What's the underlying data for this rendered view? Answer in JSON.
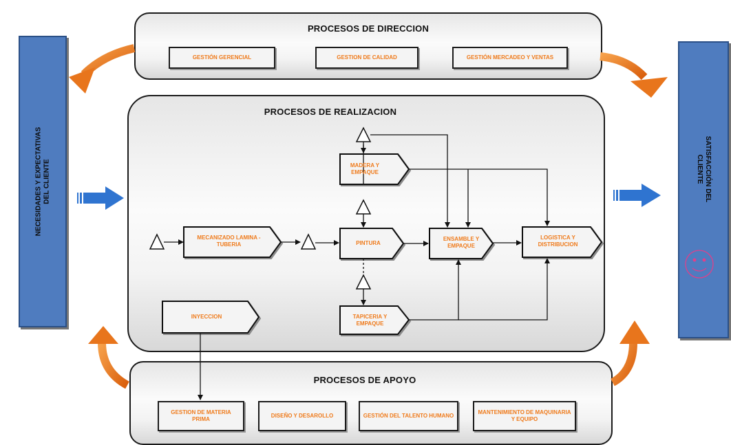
{
  "left_panel": {
    "label_line1": "NECESIDADES Y EXPECTATIVAS",
    "label_line2": "DEL CLIENTE"
  },
  "right_panel": {
    "label_line1": "SATISFACCIÓN DEL",
    "label_line2": "CLIENTE"
  },
  "direccion": {
    "title": "PROCESOS DE DIRECCION",
    "items": [
      "GESTIÓN GERENCIAL",
      "GESTION DE CALIDAD",
      "GESTIÓN MERCADEO Y VENTAS"
    ]
  },
  "realizacion": {
    "title": "PROCESOS DE REALIZACION",
    "mecanizado": "MECANIZADO LAMINA - TUBERIA",
    "madera": "MADERA Y EMPAQUE",
    "pintura": "PINTURA",
    "ensamble": "ENSAMBLE Y EMPAQUE",
    "logistica": "LOGISTICA Y DISTRIBUCION",
    "tapiceria": "TAPICERIA Y EMPAQUE",
    "inyeccion": "INYECCION"
  },
  "apoyo": {
    "title": "PROCESOS DE APOYO",
    "items": [
      "GESTION DE MATERIA PRIMA",
      "DISEÑO Y DESAROLLO",
      "GESTIÓN DEL TALENTO HUMANO",
      "MANTENIMIENTO DE MAQUINARIA Y EQUIPO"
    ]
  },
  "colors": {
    "accent_orange": "#ef7a1a",
    "side_blue": "#4f7cbf",
    "arrow_blue": "#2f74d0",
    "smiley_pink": "#e0408a"
  }
}
